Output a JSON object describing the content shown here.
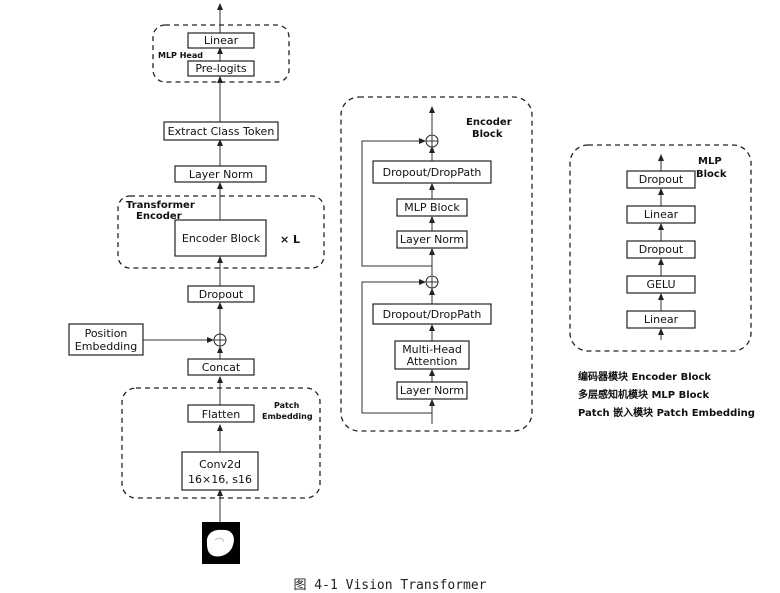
{
  "vit": {
    "linear": "Linear",
    "mlp_head_label": "MLP Head",
    "pre_logits": "Pre-logits",
    "extract_class_token": "Extract Class Token",
    "layer_norm": "Layer Norm",
    "transformer_encoder_label_1": "Transformer",
    "transformer_encoder_label_2": "Encoder",
    "encoder_block": "Encoder Block",
    "times_l": "× L",
    "dropout": "Dropout",
    "position_embedding_1": "Position",
    "position_embedding_2": "Embedding",
    "concat": "Concat",
    "flatten": "Flatten",
    "patch_embedding_label_1": "Patch",
    "patch_embedding_label_2": "Embedding",
    "conv2d_1": "Conv2d",
    "conv2d_2": "16×16, s16"
  },
  "encoder_block_detail": {
    "title_1": "Encoder",
    "title_2": "Block",
    "dropout_droppath_top": "Dropout/DropPath",
    "mlp_block": "MLP Block",
    "layer_norm_top": "Layer Norm",
    "dropout_droppath_bottom": "Dropout/DropPath",
    "mha_1": "Multi-Head",
    "mha_2": "Attention",
    "layer_norm_bottom": "Layer Norm"
  },
  "mlp_block_detail": {
    "title_1": "MLP",
    "title_2": "Block",
    "dropout_top": "Dropout",
    "linear_top": "Linear",
    "dropout_bottom": "Dropout",
    "gelu": "GELU",
    "linear_bottom": "Linear"
  },
  "legend": {
    "line_1": "编码器模块 Encoder Block",
    "line_2": "多层感知机模块   MLP Block",
    "line_3": "Patch 嵌入模块 Patch Embedding"
  },
  "caption": "图 4-1 Vision Transformer"
}
